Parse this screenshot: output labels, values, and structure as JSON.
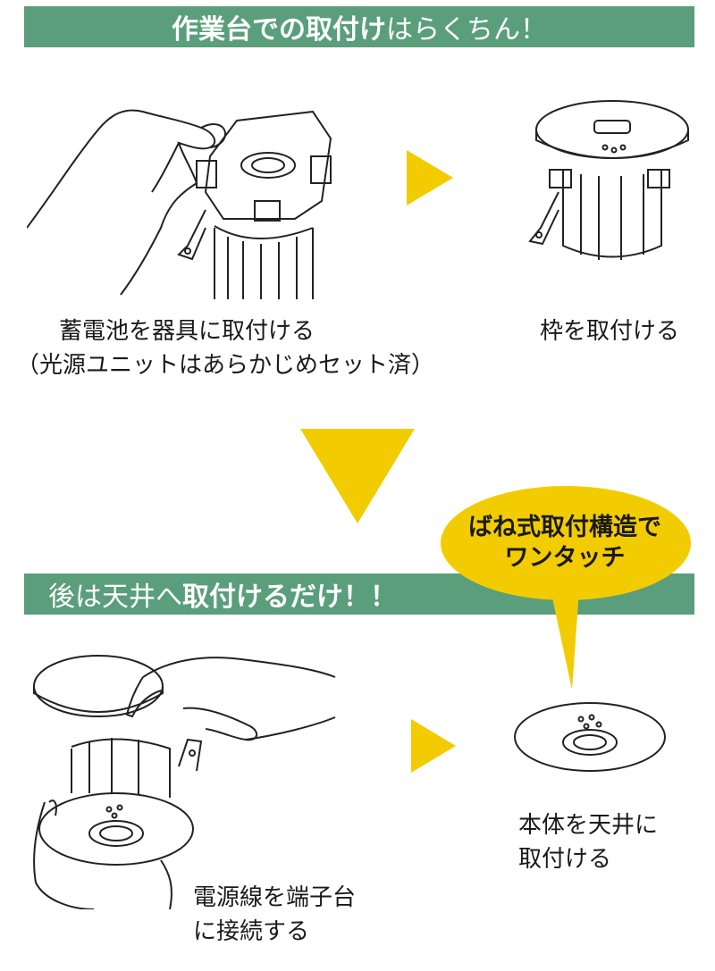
{
  "banner_top": {
    "bold": "作業台での取付け",
    "rest": "はらくちん！"
  },
  "banner_bottom": {
    "rest": "後は天井へ",
    "bold": "取付けるだけ！！"
  },
  "steps": {
    "step1": {
      "line1": "蓄電池を器具に取付ける",
      "line2": "（光源ユニットはあらかじめセット済）"
    },
    "step2": {
      "line1": "枠を取付ける"
    },
    "step3": {
      "line1": "電源線を端子台",
      "line2": "に接続する"
    },
    "step4": {
      "line1": "本体を天井に",
      "line2": "取付ける"
    }
  },
  "bubble": {
    "line1": "ばね式取付構造で",
    "line2": "ワンタッチ"
  },
  "colors": {
    "banner": "#5a9e7c",
    "arrow": "#f2cc00",
    "bubble": "#f2cc00"
  }
}
